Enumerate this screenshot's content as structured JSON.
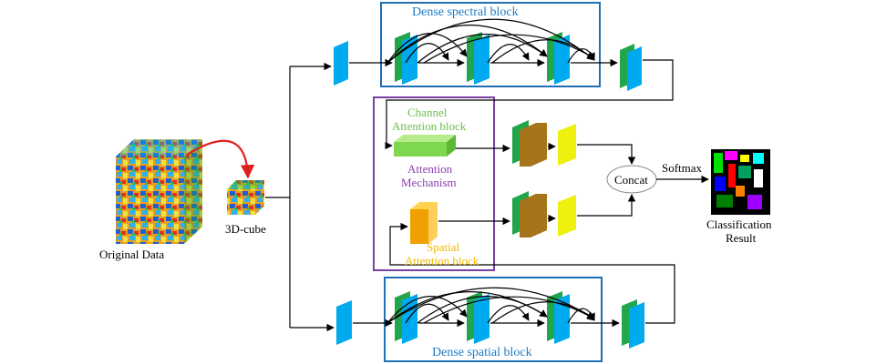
{
  "labels": {
    "dense_spectral_block": "Dense spectral block",
    "dense_spatial_block": "Dense spatial block",
    "channel_attention": [
      "Channel",
      "Attention block"
    ],
    "attention_mechanism": [
      "Attention",
      "Mechanism"
    ],
    "spatial_attention": [
      "Spatial",
      "Attention block"
    ],
    "concat": "Concat",
    "softmax": "Softmax",
    "classification_result": [
      "Classification",
      "Result"
    ],
    "original_data": "Original Data",
    "cube_3d": "3D-cube"
  },
  "colors": {
    "block_border": "#1f6fb5",
    "block_label": "#1a7bc4",
    "attention_border": "#7b3fa0",
    "attention_label": "#8a3fb0",
    "channel_label": "#6cc04a",
    "spatial_label": "#f2b800",
    "feature_blue": "#00aaee",
    "feature_green": "#21a64b",
    "feature_brown": "#a6741b",
    "feature_yellow": "#eef010",
    "attention_green": "#7fd64f",
    "attention_orange": "#f7b500",
    "arrow_red": "#e02020"
  }
}
